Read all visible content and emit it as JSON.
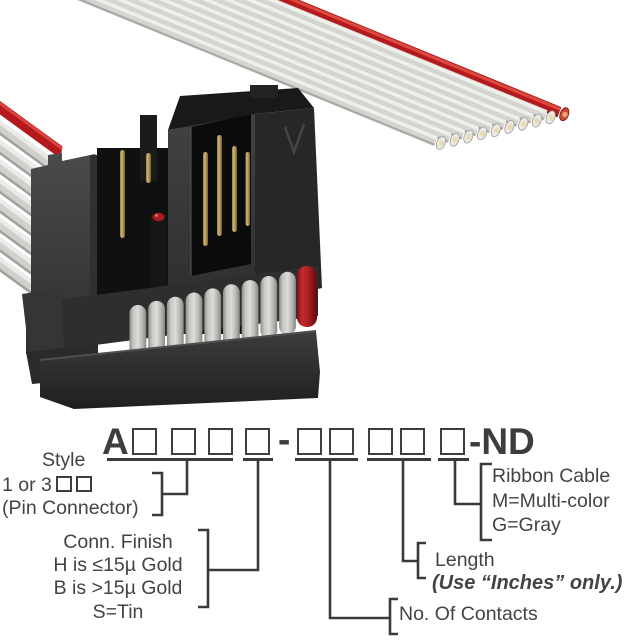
{
  "part_number": {
    "prefix": "A",
    "dash": "-",
    "suffix": "-ND",
    "group1_box_count": 4,
    "group2_box_count": 5
  },
  "callouts": {
    "style": {
      "title": "Style",
      "option_prefix": "1 or 3",
      "option_box_count": 2,
      "note": "(Pin Connector)"
    },
    "finish": {
      "title": "Conn. Finish",
      "line1": "H is ≤15µ Gold",
      "line2": "B is >15µ Gold",
      "line3": "S=Tin"
    },
    "ribbon": {
      "title": "Ribbon Cable",
      "line1": "M=Multi-color",
      "line2": "G=Gray"
    },
    "length": {
      "title": "Length",
      "note": "(Use “Inches” only.)"
    },
    "contacts": {
      "title": "No. Of Contacts"
    }
  },
  "photo": {
    "subject": "IDC ribbon cable pin connector with gray ribbon cable and red stripe",
    "colors": {
      "cable_gray": "#d2d2cf",
      "stripe_red": "#b5191d",
      "connector_body": "#333333",
      "pin_gold": "#c0a264",
      "wire_loop_gray": "#c6c6c3",
      "wire_loop_red": "#ad2025"
    }
  },
  "diagram": {
    "text_color": "#434343",
    "line_color": "#3a3a3a"
  }
}
